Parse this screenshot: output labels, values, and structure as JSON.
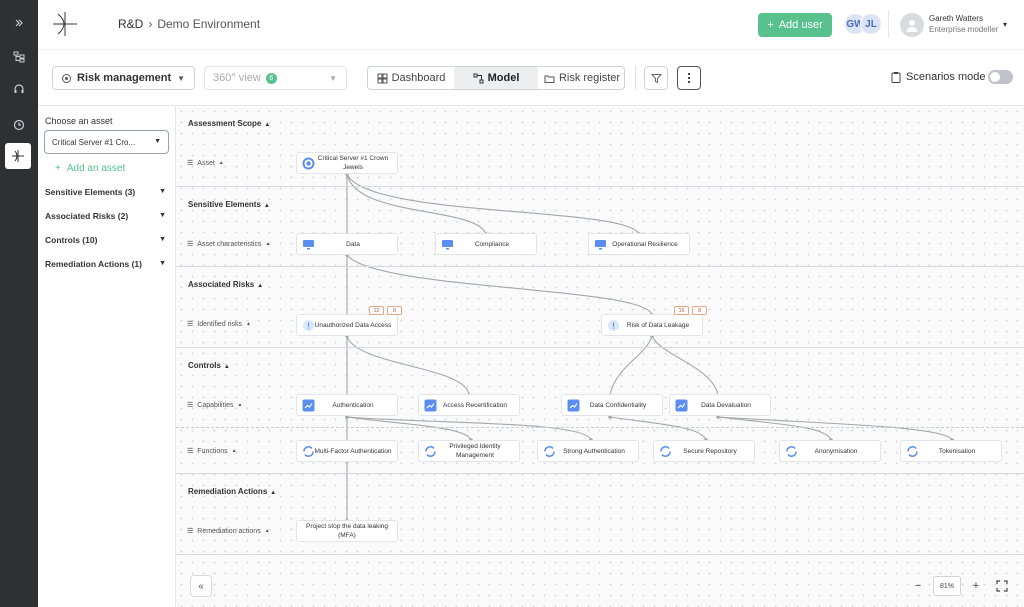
{
  "rail": {
    "icons": [
      "expand-icon",
      "hierarchy-icon",
      "headset-icon",
      "history-icon",
      "model-icon"
    ]
  },
  "header": {
    "breadcrumb_org": "R&D",
    "breadcrumb_sep": "›",
    "breadcrumb_env": "Demo Environment",
    "add_user_label": "Add user",
    "add_user_plus": "+",
    "avatars": [
      "GW",
      "JL"
    ],
    "user_name": "Gareth Watters",
    "user_role": "Enterprise modeller",
    "user_caret": "▾"
  },
  "toolbar": {
    "risk_select": "Risk management",
    "view_select": "360° view",
    "view_badge": "6",
    "tabs": [
      "Dashboard",
      "Model",
      "Risk register"
    ],
    "active_tab": "Model",
    "scenarios_label": "Scenarios mode"
  },
  "panel": {
    "choose_label": "Choose an asset",
    "asset_value": "Critical Server #1 Cro...",
    "add_asset_label": "Add an asset",
    "add_asset_plus": "+",
    "accordions": [
      "Sensitive Elements (3)",
      "Associated Risks (2)",
      "Controls (10)",
      "Remediation Actions (1)"
    ]
  },
  "canvas": {
    "sections": [
      "Assessment Scope",
      "Sensitive Elements",
      "Associated Risks",
      "Controls",
      "Remediation Actions"
    ],
    "row_labels": [
      "Asset",
      "Asset characteristics",
      "Identified risks",
      "Capabilities",
      "Functions",
      "Remediation actions"
    ],
    "nodes": {
      "asset": "Critical Server #1 Crown Jewels",
      "data": "Data",
      "compliance": "Compliance",
      "operational": "Operational Resilience",
      "risk_uda": "Unauthorized Data Access",
      "risk_dl": "Risk of Data Leakage",
      "authentication": "Authentication",
      "access_cert": "Access Recertification",
      "data_conf": "Data Confidentiality",
      "data_deval": "Data Devaluation",
      "mfa": "Multi-Factor Authentication",
      "pim": "Privileged Identity Management",
      "strong_auth": "Strong Authentication",
      "secure_repo": "Secure Repository",
      "anonymisation": "Anonymisation",
      "tokenisation": "Tokenisation",
      "remediation": "Project stop the data leaking (MFA)"
    },
    "risk_tags": {
      "uda": [
        "12",
        "8"
      ],
      "dl": [
        "16",
        "8"
      ]
    },
    "zoom_value": "81%",
    "zoom_minus": "−",
    "zoom_plus": "+",
    "collapse_label": "«"
  },
  "colors": {
    "accent": "#58c18e",
    "rail": "#2e3033",
    "node_icon_blue": "#5b8ef0",
    "tag": "#c0593a"
  }
}
